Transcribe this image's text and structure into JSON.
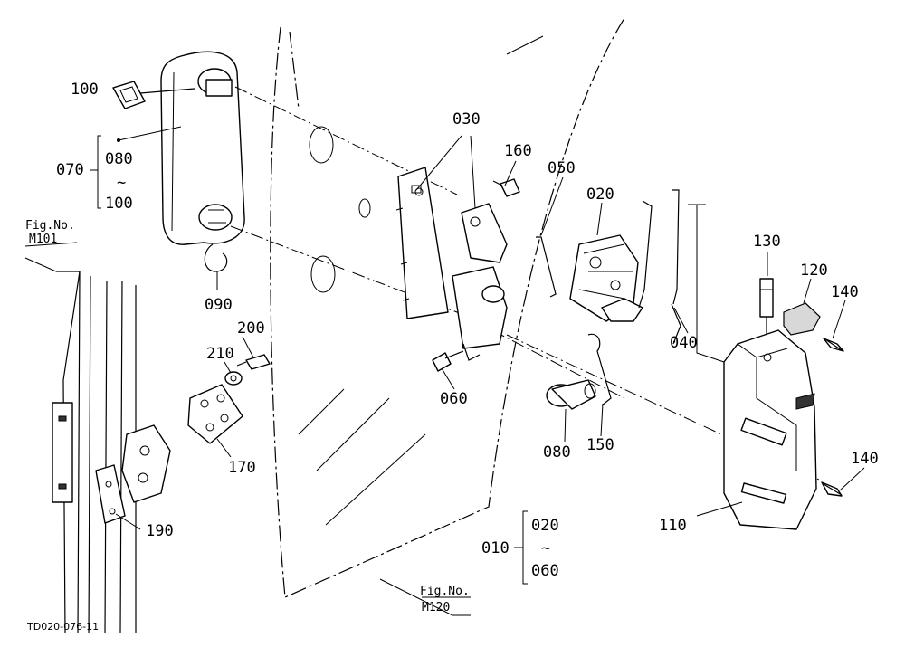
{
  "callouts": {
    "p100_top": "100",
    "p070": "070",
    "p080_range_start": "080",
    "range_tilde_left": "~",
    "p100_range_end": "100",
    "p090": "090",
    "p030": "030",
    "p160": "160",
    "p050": "050",
    "p020_top": "020",
    "p130": "130",
    "p120": "120",
    "p140_top": "140",
    "p040": "040",
    "p200": "200",
    "p210": "210",
    "p170": "170",
    "p190": "190",
    "p060": "060",
    "p080_lock": "080",
    "p150": "150",
    "p110": "110",
    "p140_bottom": "140",
    "p010": "010",
    "p020_range_start": "020",
    "range_tilde_right": "~",
    "p060_range_end": "060"
  },
  "fig_refs": {
    "m101_line1": "Fig.No.",
    "m101_line2": "M101",
    "m120_line1": "Fig.No.",
    "m120_line2": "M120"
  },
  "drawing_code": "TD020-076-11"
}
